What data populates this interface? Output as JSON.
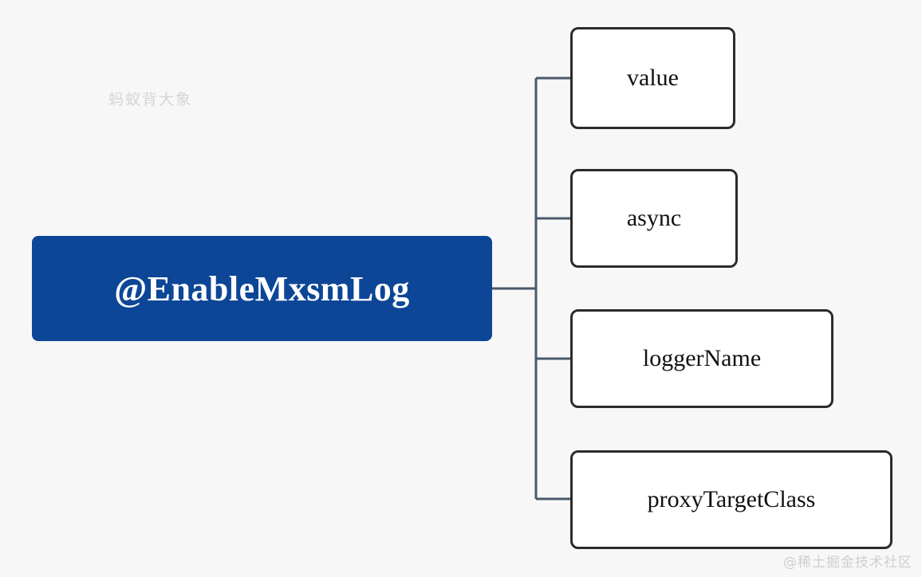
{
  "diagram": {
    "type": "mindmap",
    "root": {
      "label": "@EnableMxsmLog",
      "color": "#0d4697",
      "text_color": "#ffffff"
    },
    "branches": [
      {
        "label": "value"
      },
      {
        "label": "async"
      },
      {
        "label": "loggerName"
      },
      {
        "label": "proxyTargetClass"
      }
    ],
    "connector_color": "#4a5a6a",
    "background": "#f7f7f7"
  },
  "watermarks": {
    "brand": "蚂蚁背大象",
    "corner": "@稀土掘金技术社区"
  }
}
